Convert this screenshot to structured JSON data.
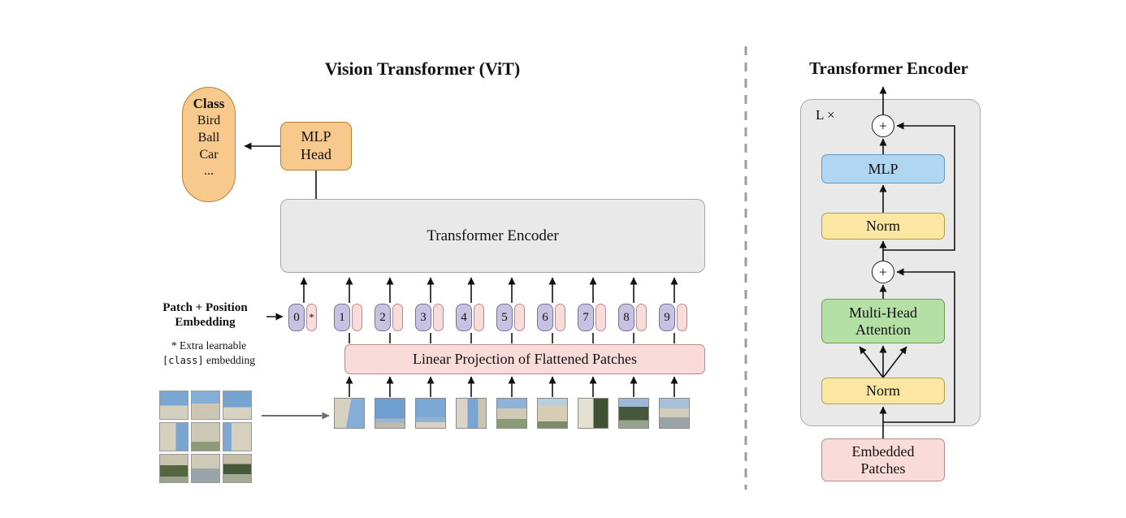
{
  "figure": {
    "left": {
      "title": "Vision Transformer (ViT)",
      "class_capsule": {
        "header": "Class",
        "items": [
          "Bird",
          "Ball",
          "Car",
          "..."
        ]
      },
      "mlp_head": "MLP\nHead",
      "transformer_encoder": "Transformer Encoder",
      "patch_position_label": "Patch + Position\nEmbedding",
      "note_star": "* Extra learnable",
      "note_code": "[class]",
      "note_rest": " embedding",
      "linear_projection": "Linear Projection of Flattened Patches",
      "tokens": [
        "0",
        "1",
        "2",
        "3",
        "4",
        "5",
        "6",
        "7",
        "8",
        "9"
      ],
      "class_token_mark": "*"
    },
    "right": {
      "title": "Transformer Encoder",
      "repeat_label": "L ×",
      "plus": "+",
      "mlp": "MLP",
      "norm_top": "Norm",
      "multi_head_attention": "Multi-Head\nAttention",
      "norm_bottom": "Norm",
      "embedded_patches": "Embedded\nPatches"
    },
    "colors": {
      "orange": "#F8C98C",
      "lavender": "#C8C2E2",
      "pink": "#F9DBDA",
      "gray_box": "#E9E9E9",
      "yellow": "#FBE7A2",
      "green": "#B5E0A5",
      "blue": "#B0D6F2"
    }
  }
}
